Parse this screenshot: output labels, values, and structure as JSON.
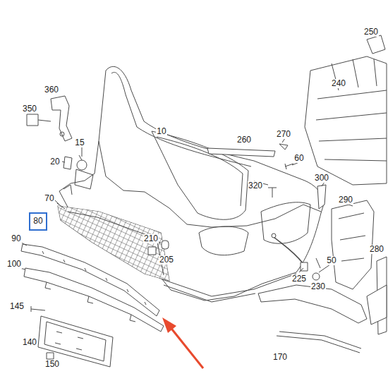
{
  "diagram": {
    "nodes": [
      {
        "text": [
          "80"
        ]
      }
    ],
    "labels": [
      "250",
      "360",
      "350",
      "240",
      "15",
      "10",
      "260",
      "270",
      "20",
      "60",
      "300",
      "320",
      "290",
      "70",
      "90",
      "210",
      "205",
      "280",
      "100",
      "225",
      "50",
      "230",
      "145",
      "140",
      "150",
      "170"
    ]
  }
}
